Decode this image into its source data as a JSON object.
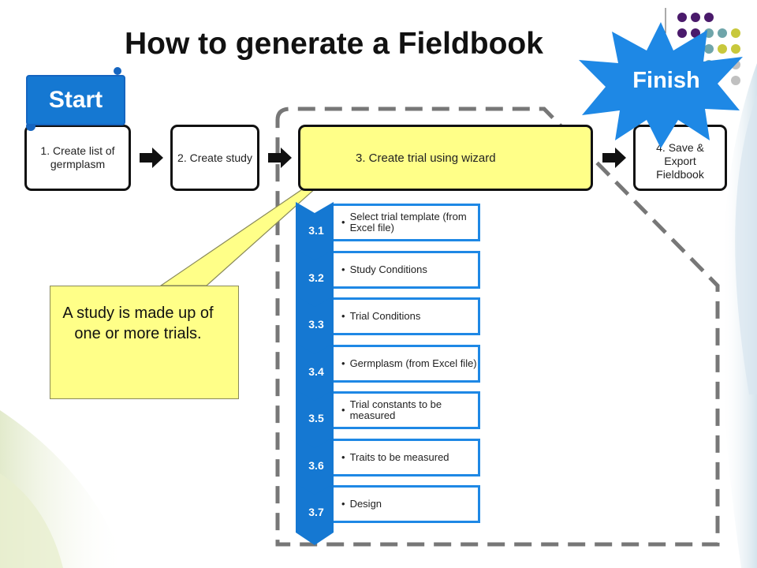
{
  "page": {
    "title": "How to generate a Fieldbook"
  },
  "badges": {
    "start": "Start",
    "finish": "Finish"
  },
  "steps": [
    {
      "label": "1. Create list of germplasm"
    },
    {
      "label": "2. Create study"
    },
    {
      "label": "3. Create trial using wizard"
    },
    {
      "label": "4. Save & Export Fieldbook"
    }
  ],
  "wizard_steps": [
    {
      "number": "3.1",
      "label": "Select trial template (from Excel file)"
    },
    {
      "number": "3.2",
      "label": "Study Conditions"
    },
    {
      "number": "3.3",
      "label": "Trial Conditions"
    },
    {
      "number": "3.4",
      "label": "Germplasm (from Excel file)"
    },
    {
      "number": "3.5",
      "label": "Trial constants to be measured"
    },
    {
      "number": "3.6",
      "label": "Traits to be measured"
    },
    {
      "number": "3.7",
      "label": "Design"
    }
  ],
  "callout": {
    "text": "A study is made up of one or more trials."
  },
  "colors": {
    "accent_blue": "#1578d2",
    "highlight_yellow": "#ffff88",
    "dot_purple": "#4a1a6b",
    "dot_teal": "#6fa5aa",
    "dot_olive": "#c8c83c",
    "dashed_border": "#777777"
  },
  "icons": [
    "right-arrow-icon",
    "chevron-icon",
    "starburst-icon",
    "dot-grid-icon"
  ]
}
